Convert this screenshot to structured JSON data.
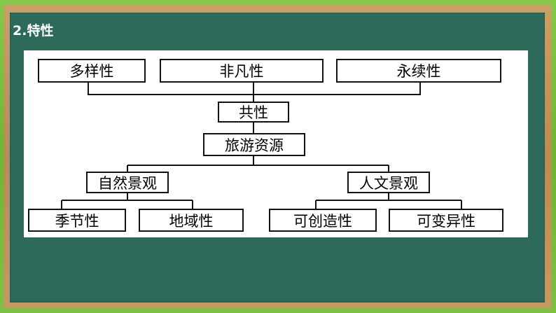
{
  "slide": {
    "heading": "2.特性"
  },
  "diagram": {
    "traits": [
      "多样性",
      "非凡性",
      "永续性"
    ],
    "common": "共性",
    "root": "旅游资源",
    "natural": {
      "label": "自然景观",
      "children": [
        "季节性",
        "地域性"
      ]
    },
    "cultural": {
      "label": "人文景观",
      "children": [
        "可创造性",
        "可变异性"
      ]
    }
  },
  "colors": {
    "frame_green": "#7fc044",
    "frame_wood": "#c49a62",
    "board": "#2e6a5a",
    "box_border": "#111111",
    "panel": "#ffffff"
  }
}
